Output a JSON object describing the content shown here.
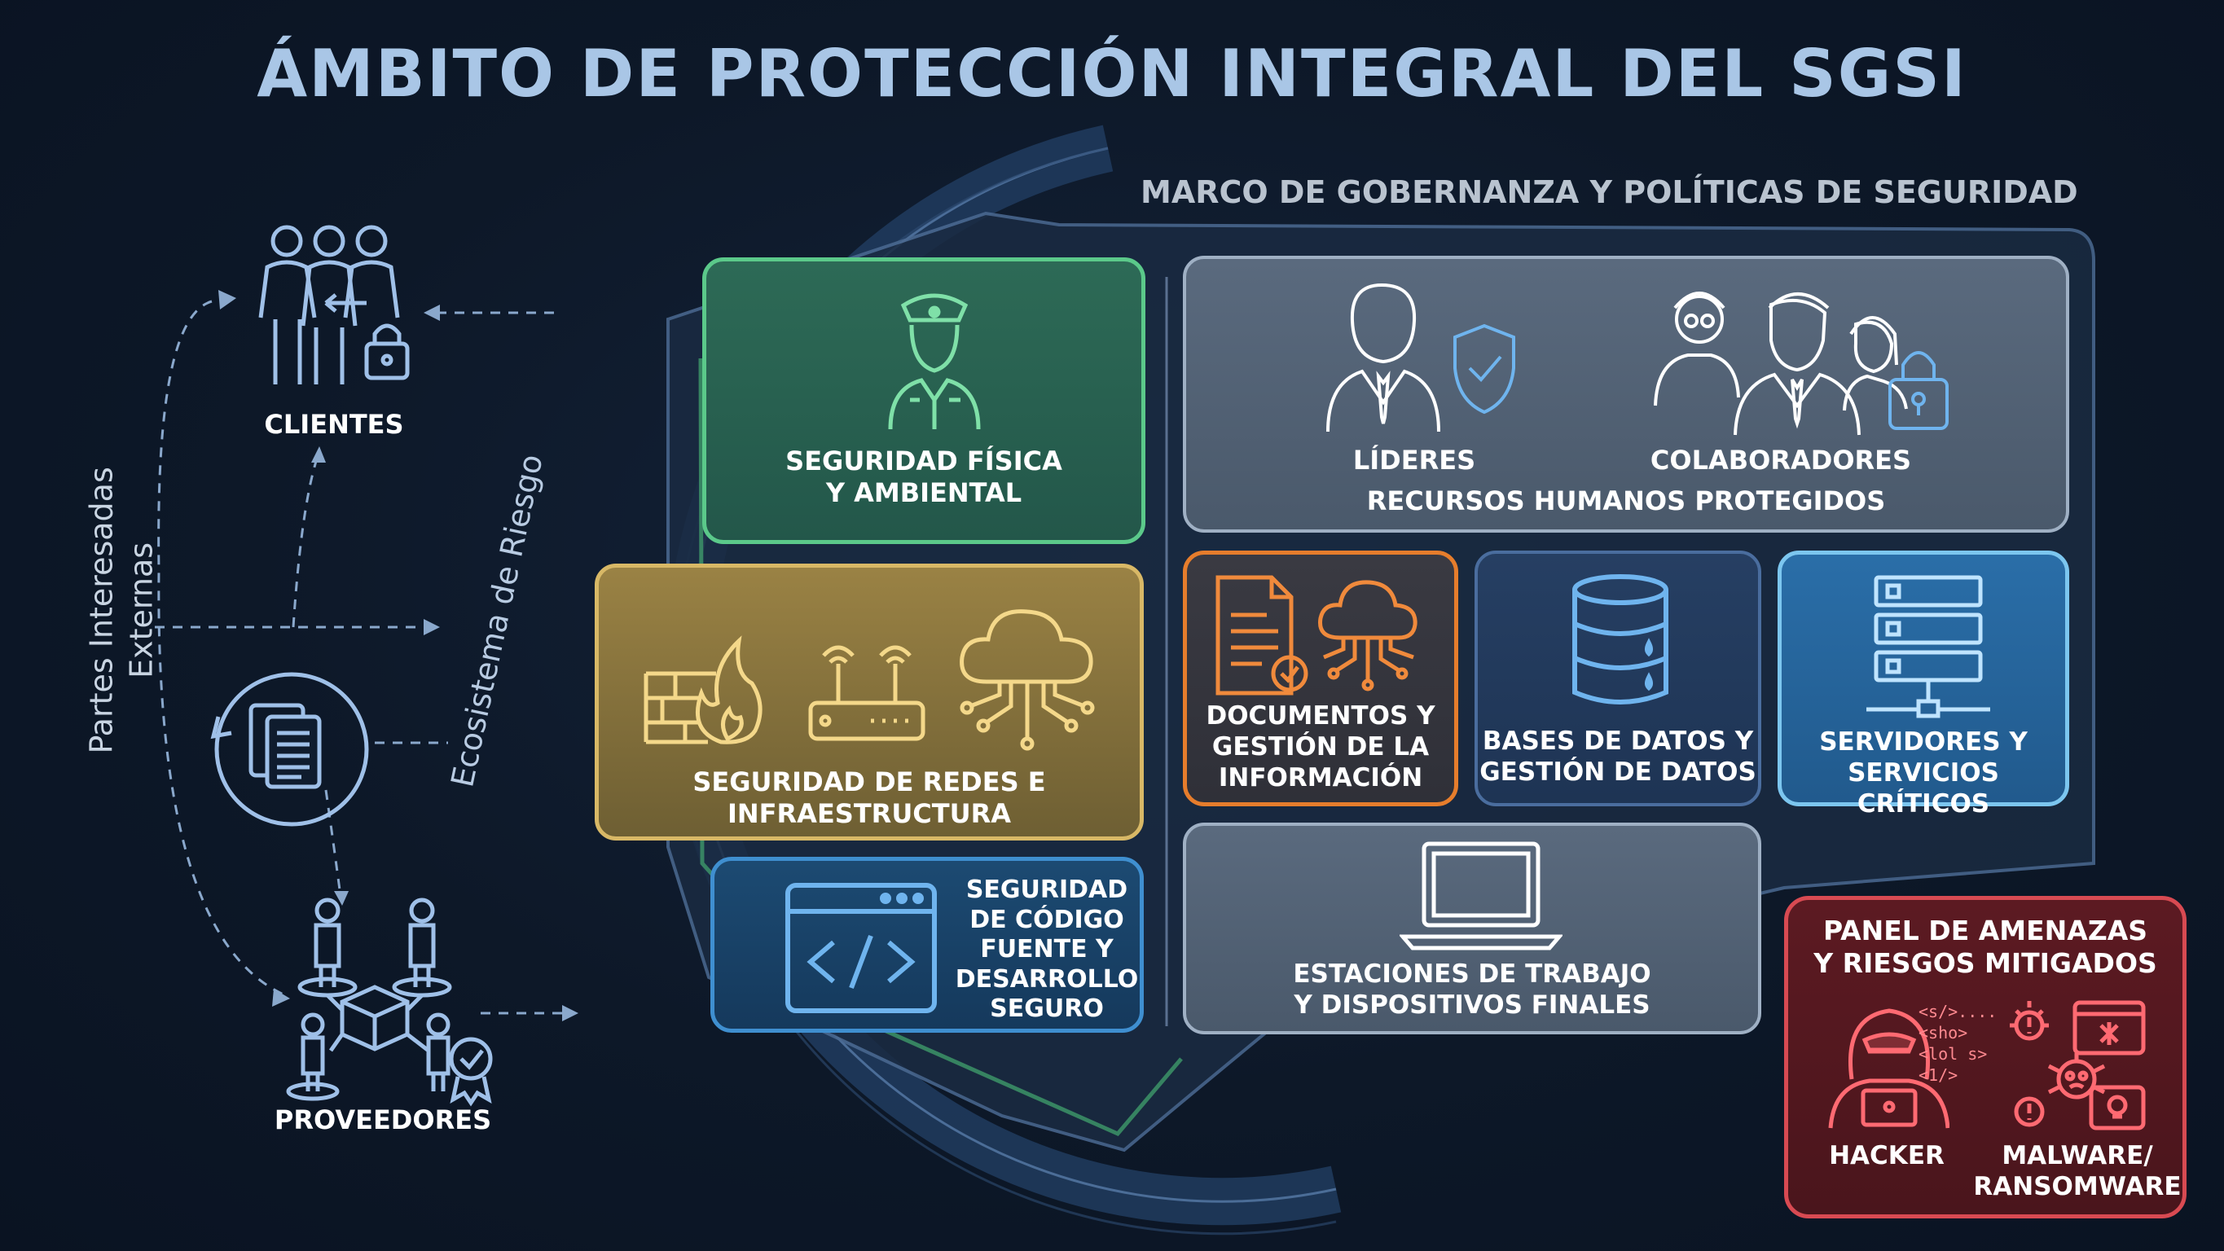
{
  "title": "ÁMBITO DE PROTECCIÓN INTEGRAL DEL SGSI",
  "governance_label": "MARCO DE GOBERNANZA Y POLÍTICAS DE SEGURIDAD",
  "ring_label": "Ecosistema de Riesgo",
  "external": {
    "label": "Partes Interesadas\nExternas",
    "clients": "CLIENTES",
    "providers": "PROVEEDORES"
  },
  "cards": {
    "physical": "SEGURIDAD FÍSICA\nY AMBIENTAL",
    "networks": "SEGURIDAD DE REDES E\nINFRAESTRUCTURA",
    "code": "SEGURIDAD\nDE CÓDIGO\nFUENTE Y\nDESARROLLO\nSEGURO",
    "leaders": "LÍDERES",
    "collaborators": "COLABORADORES",
    "hr": "RECURSOS HUMANOS PROTEGIDOS",
    "documents": "DOCUMENTOS Y\nGESTIÓN DE LA\nINFORMACIÓN",
    "databases": "BASES DE DATOS Y\nGESTIÓN DE DATOS",
    "servers": "SERVIDORES Y\nSERVICIOS CRÍTICOS",
    "workstations": "ESTACIONES DE TRABAJO\nY DISPOSITIVOS FINALES"
  },
  "threats": {
    "title": "PANEL DE AMENAZAS\nY RIESGOS MITIGADOS",
    "hacker": "HACKER",
    "malware": "MALWARE/\nRANSOMWARE",
    "code_tags": [
      "<s/>....",
      "<sho>",
      "<lol s>",
      "<1/>"
    ]
  },
  "colors": {
    "physical": "#5bc98a",
    "networks": "#d8b866",
    "code": "#3f8fd0",
    "documents": "#e67d2c",
    "servers": "#7cc6ef",
    "threats": "#d84a52"
  }
}
